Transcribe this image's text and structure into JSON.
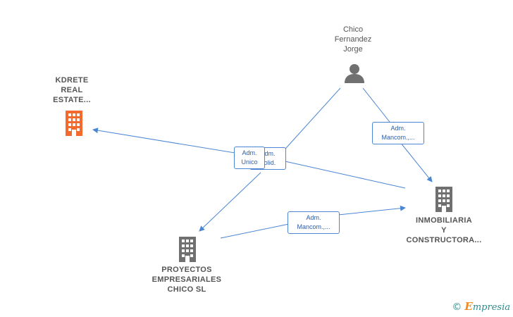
{
  "nodes": {
    "person": {
      "lines": [
        "Chico",
        "Fernandez",
        "Jorge"
      ],
      "icon": "person-icon"
    },
    "kdrete": {
      "lines": [
        "KDRETE",
        "REAL",
        "ESTATE..."
      ],
      "icon": "building-icon",
      "color": "#f26a2e"
    },
    "inmobiliaria": {
      "lines": [
        "INMOBILIARIA",
        "Y",
        "CONSTRUCTORA..."
      ],
      "icon": "building-icon",
      "color": "#707070"
    },
    "proyectos": {
      "lines": [
        "PROYECTOS",
        "EMPRESARIALES",
        "CHICO SL"
      ],
      "icon": "building-icon",
      "color": "#707070"
    }
  },
  "edges": [
    {
      "label": [
        "Adm.",
        "Mancom.,..."
      ]
    },
    {
      "label": [
        "Adm.",
        "Solid."
      ]
    },
    {
      "label": [
        "Adm.",
        "Unico"
      ]
    },
    {
      "label": [
        "Adm.",
        "Mancom.,..."
      ]
    }
  ],
  "colors": {
    "edge": "#4a86d4",
    "edge_label_text": "#2c5da8",
    "gray_icon": "#707070",
    "highlight_icon": "#f26a2e"
  },
  "brand": {
    "copyright": "©",
    "initial": "E",
    "name": "mpresia"
  }
}
